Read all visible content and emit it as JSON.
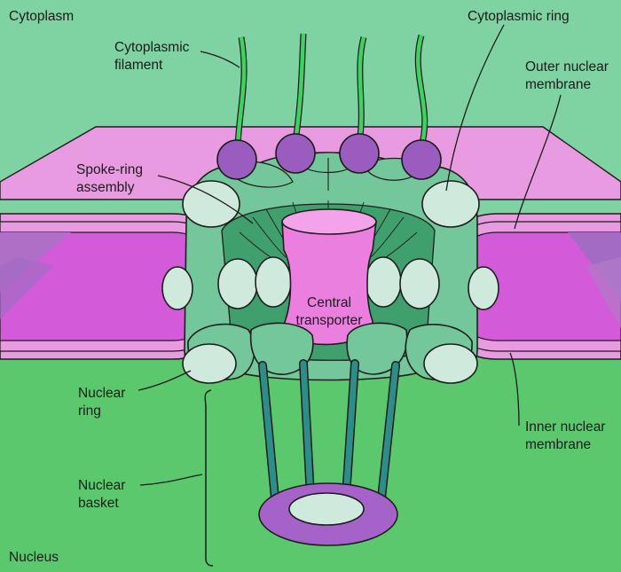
{
  "colors": {
    "cytoplasm_bg": "#7fd2a2",
    "nucleus_bg": "#5cc86e",
    "membrane_outer": "#e89be0",
    "membrane_inner": "#d35ad8",
    "ring_body": "#74c79a",
    "ring_dark": "#3f9f6d",
    "ring_light": "#cfeadd",
    "knob": "#9b5cc0",
    "filament": "#3fd25f",
    "basket_rod": "#2f8d87",
    "basket_ring": "#a563c9",
    "transporter": "#eb7fe0"
  },
  "regions": {
    "cytoplasm": "Cytoplasm",
    "nucleus": "Nucleus"
  },
  "labels": {
    "cytoplasmic_filament": [
      "Cytoplasmic",
      "filament"
    ],
    "cytoplasmic_ring": "Cytoplasmic ring",
    "outer_nuclear_membrane": [
      "Outer nuclear",
      "membrane"
    ],
    "spoke_ring_assembly": [
      "Spoke-ring",
      "assembly"
    ],
    "central_transporter": [
      "Central",
      "transporter"
    ],
    "nuclear_ring": [
      "Nuclear",
      "ring"
    ],
    "inner_nuclear_membrane": [
      "Inner nuclear",
      "membrane"
    ],
    "nuclear_basket": [
      "Nuclear",
      "basket"
    ]
  }
}
